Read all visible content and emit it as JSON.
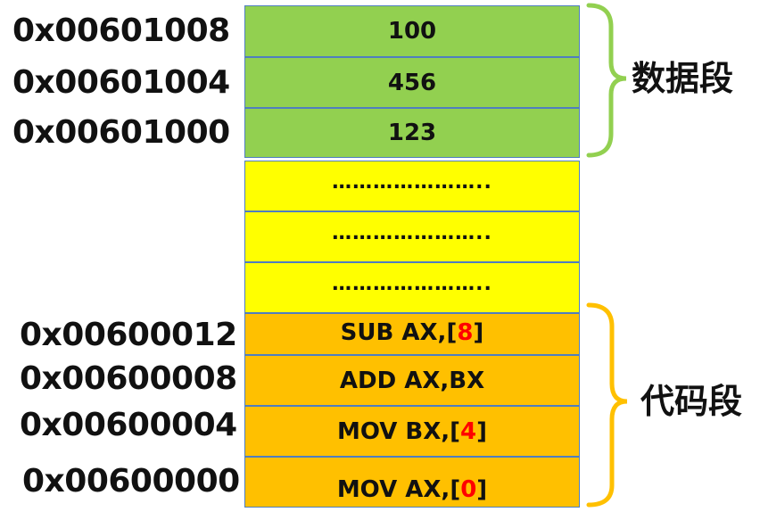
{
  "data_segment": {
    "label": "数据段",
    "rows": [
      {
        "address": "0x00601008",
        "value": "100"
      },
      {
        "address": "0x00601004",
        "value": "456"
      },
      {
        "address": "0x00601000",
        "value": "123"
      }
    ]
  },
  "gap": {
    "rows": [
      "…………………..",
      "…………………..",
      "………………….."
    ]
  },
  "code_segment": {
    "label": "代码段",
    "rows": [
      {
        "address": "0x00600012",
        "instr": "SUB AX,",
        "open": "[",
        "operand": "8",
        "close": "]"
      },
      {
        "address": "0x00600008",
        "instr": "ADD AX,BX",
        "open": "",
        "operand": "",
        "close": ""
      },
      {
        "address": "0x00600004",
        "instr": "MOV BX,",
        "open": "[",
        "operand": "4",
        "close": "]"
      },
      {
        "address": "0x00600000",
        "instr": "MOV AX,",
        "open": "[",
        "operand": "0",
        "close": "]"
      }
    ]
  },
  "colors": {
    "data_cell": "#92d050",
    "gap_cell": "#ffff00",
    "code_cell": "#ffc000",
    "cell_border": "#4f7ebf",
    "data_brace": "#92d050",
    "code_brace": "#ffc000",
    "operand_text": "#ff0000"
  }
}
